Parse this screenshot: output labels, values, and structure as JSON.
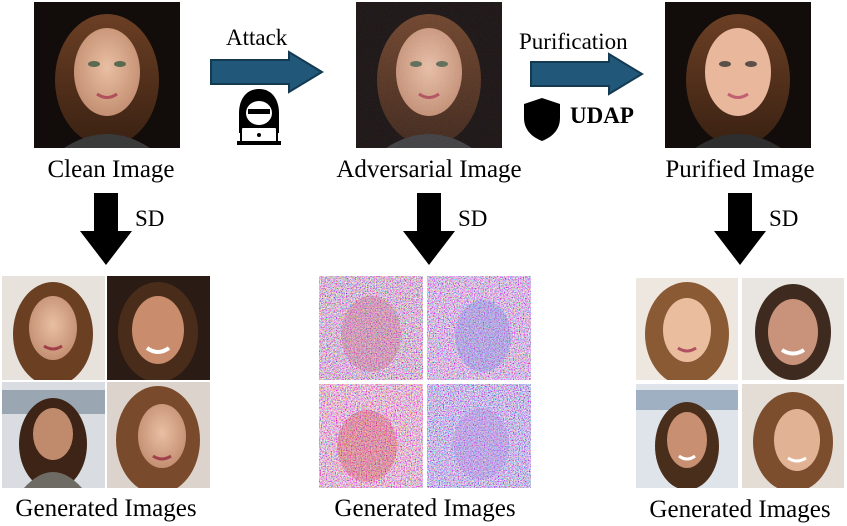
{
  "stages": {
    "clean": {
      "caption": "Clean Image"
    },
    "adversarial": {
      "caption": "Adversarial Image"
    },
    "purified": {
      "caption": "Purified Image"
    }
  },
  "arrows": {
    "attack": {
      "label": "Attack"
    },
    "purification": {
      "label": "Purification",
      "badge": "UDAP"
    }
  },
  "sd_label": "SD",
  "outputs": {
    "clean": {
      "caption": "Generated Images"
    },
    "adversarial": {
      "caption": "Generated Images"
    },
    "purified": {
      "caption": "Generated Images"
    }
  },
  "colors": {
    "arrow_fill": "#21587a",
    "arrow_stroke": "#143a52",
    "down_arrow": "#000000"
  }
}
